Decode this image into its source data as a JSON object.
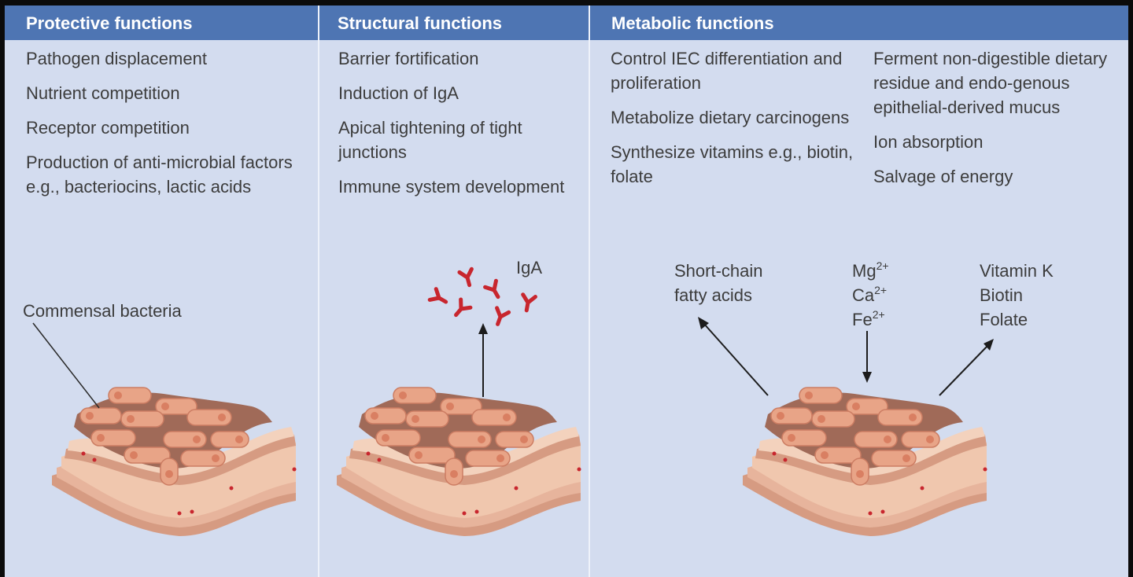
{
  "columns": [
    {
      "header": "Protective functions",
      "items": [
        "Pathogen displacement",
        "Nutrient competition",
        "Receptor competition",
        "Production of anti-microbial factors e.g., bacteriocins, lactic acids"
      ],
      "label": "Commensal bacteria"
    },
    {
      "header": "Structural functions",
      "items": [
        "Barrier fortification",
        "Induction of IgA",
        "Apical tightening of tight junctions",
        "Immune system development"
      ],
      "label": "IgA"
    },
    {
      "header": "Metabolic functions",
      "items_left": [
        "Control IEC differentiation and proliferation",
        "Metabolize dietary carcinogens",
        "Synthesize vitamins e.g., biotin, folate"
      ],
      "items_right": [
        "Ferment non-digestible dietary residue and endo-genous epithelial-derived mucus",
        "Ion absorption",
        "Salvage of energy"
      ],
      "scfa": "Short-chain fatty acids",
      "ions": [
        {
          "el": "Mg",
          "charge": "2+"
        },
        {
          "el": "Ca",
          "charge": "2+"
        },
        {
          "el": "Fe",
          "charge": "2+"
        }
      ],
      "vitamins": [
        "Vitamin K",
        "Biotin",
        "Folate"
      ]
    }
  ],
  "colors": {
    "header_bg": "#4e75b3",
    "panel_bg": "#d3dcef",
    "text": "#3c3c3c",
    "bacteria": "#e8a487",
    "tissue_surface": "#a06a58",
    "tissue_layer_light": "#f0c7ae",
    "tissue_layer_dark": "#d69b82",
    "antibody": "#c8262e"
  }
}
